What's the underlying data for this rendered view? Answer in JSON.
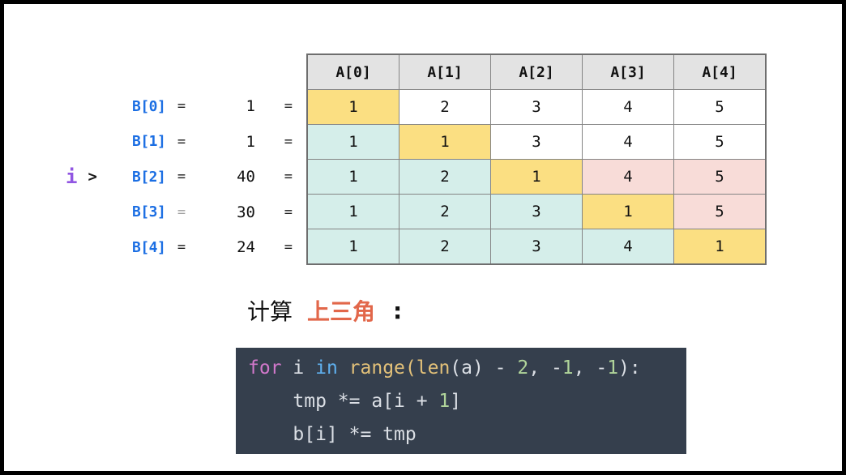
{
  "left_rows": [
    {
      "marker_i": "",
      "marker_gt": "",
      "label": "B[0]",
      "eq1": "=",
      "value": "1",
      "eq2": "=",
      "eq1_gray": false
    },
    {
      "marker_i": "",
      "marker_gt": "",
      "label": "B[1]",
      "eq1": "=",
      "value": "1",
      "eq2": "=",
      "eq1_gray": false
    },
    {
      "marker_i": "i",
      "marker_gt": ">",
      "label": "B[2]",
      "eq1": "=",
      "value": "40",
      "eq2": "=",
      "eq1_gray": false
    },
    {
      "marker_i": "",
      "marker_gt": "",
      "label": "B[3]",
      "eq1": "=",
      "value": "30",
      "eq2": "=",
      "eq1_gray": true
    },
    {
      "marker_i": "",
      "marker_gt": "",
      "label": "B[4]",
      "eq1": "=",
      "value": "24",
      "eq2": "=",
      "eq1_gray": false
    }
  ],
  "table": {
    "headers": [
      "A[0]",
      "A[1]",
      "A[2]",
      "A[3]",
      "A[4]"
    ],
    "rows": [
      {
        "cells": [
          {
            "v": "1",
            "bg": "yellow"
          },
          {
            "v": "2",
            "bg": "white"
          },
          {
            "v": "3",
            "bg": "white"
          },
          {
            "v": "4",
            "bg": "white"
          },
          {
            "v": "5",
            "bg": "white"
          }
        ]
      },
      {
        "cells": [
          {
            "v": "1",
            "bg": "teal"
          },
          {
            "v": "1",
            "bg": "yellow"
          },
          {
            "v": "3",
            "bg": "white"
          },
          {
            "v": "4",
            "bg": "white"
          },
          {
            "v": "5",
            "bg": "white"
          }
        ]
      },
      {
        "cells": [
          {
            "v": "1",
            "bg": "teal"
          },
          {
            "v": "2",
            "bg": "teal"
          },
          {
            "v": "1",
            "bg": "yellow"
          },
          {
            "v": "4",
            "bg": "pink"
          },
          {
            "v": "5",
            "bg": "pink"
          }
        ]
      },
      {
        "cells": [
          {
            "v": "1",
            "bg": "teal"
          },
          {
            "v": "2",
            "bg": "teal"
          },
          {
            "v": "3",
            "bg": "teal"
          },
          {
            "v": "1",
            "bg": "yellow"
          },
          {
            "v": "5",
            "bg": "pink"
          }
        ]
      },
      {
        "cells": [
          {
            "v": "1",
            "bg": "teal"
          },
          {
            "v": "2",
            "bg": "teal"
          },
          {
            "v": "3",
            "bg": "teal"
          },
          {
            "v": "4",
            "bg": "teal"
          },
          {
            "v": "1",
            "bg": "yellow"
          }
        ]
      }
    ]
  },
  "caption": {
    "prefix": "计算",
    "highlight": "上三角",
    "suffix": ":"
  },
  "code": {
    "lines": [
      {
        "tokens": [
          {
            "c": "kw",
            "t": "for"
          },
          {
            "c": "tx",
            "t": " i "
          },
          {
            "c": "kw2",
            "t": "in"
          },
          {
            "c": "tx",
            "t": " "
          },
          {
            "c": "fn",
            "t": "range("
          },
          {
            "c": "fn",
            "t": "len"
          },
          {
            "c": "tx",
            "t": "(a) - "
          },
          {
            "c": "num",
            "t": "2"
          },
          {
            "c": "tx",
            "t": ", -"
          },
          {
            "c": "num",
            "t": "1"
          },
          {
            "c": "tx",
            "t": ", -"
          },
          {
            "c": "num",
            "t": "1"
          },
          {
            "c": "tx",
            "t": "):"
          }
        ]
      },
      {
        "tokens": [
          {
            "c": "tx",
            "t": "    tmp *= a[i + "
          },
          {
            "c": "num",
            "t": "1"
          },
          {
            "c": "tx",
            "t": "]"
          }
        ]
      },
      {
        "tokens": [
          {
            "c": "tx",
            "t": "    b[i] *= tmp"
          }
        ]
      }
    ]
  },
  "colors": {
    "b_label_blue": "#1b6ee3",
    "loop_var_purple": "#9156e2",
    "highlight_orange": "#e2674a",
    "cell_yellow": "#fbdf82",
    "cell_teal": "#d5eeea",
    "cell_pink": "#f8dcd8",
    "header_gray": "#e3e3e3",
    "table_border": "#848484",
    "code_bg": "#353f4d",
    "code_text": "#dbdfe5",
    "code_keyword_pink": "#d278cb",
    "code_keyword_blue": "#5fb0ef",
    "code_function_yellow": "#e3c179",
    "code_number_green": "#b0d49a"
  }
}
